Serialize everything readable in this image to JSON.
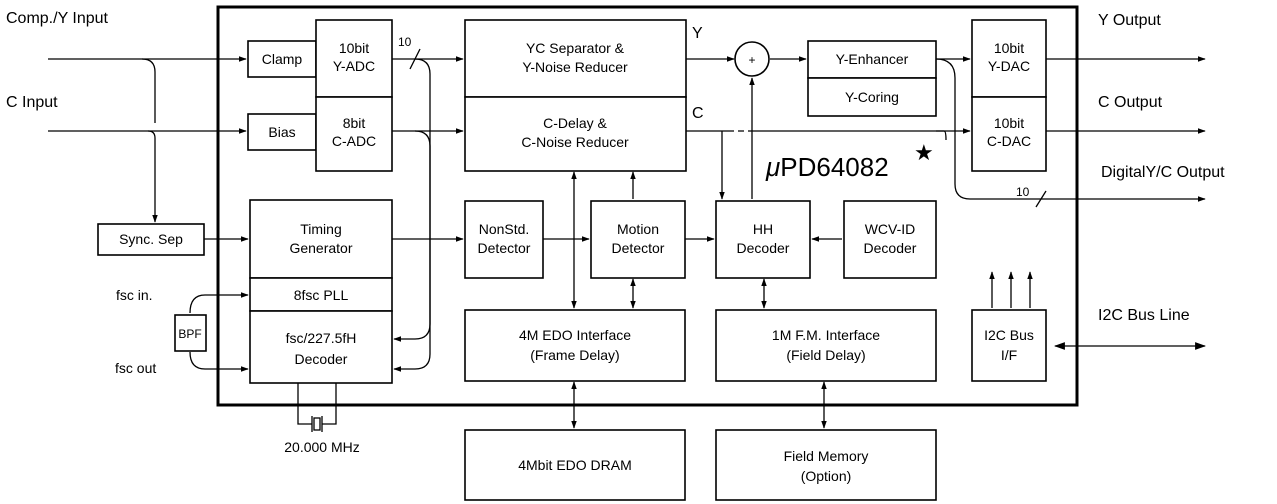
{
  "chip_title": "PD64082",
  "chip_title_prefix": "μ",
  "star": "★",
  "inputs": {
    "comp_y": "Comp./Y Input",
    "c": "C Input",
    "fsc_in": "fsc in.",
    "fsc_out": "fsc out",
    "crystal": "20.000 MHz"
  },
  "outputs": {
    "y": "Y Output",
    "c": "C Output",
    "digital_yc": "DigitalY/C Output",
    "i2c_line": "I2C Bus Line"
  },
  "blocks": {
    "clamp": "Clamp",
    "bias": "Bias",
    "y_adc": [
      "10bit",
      "Y-ADC"
    ],
    "c_adc": [
      "8bit",
      "C-ADC"
    ],
    "yc_separator": [
      "YC Separator &",
      "Y-Noise Reducer"
    ],
    "c_delay": [
      "C-Delay &",
      "C-Noise Reducer"
    ],
    "y_enhancer": "Y-Enhancer",
    "y_coring": "Y-Coring",
    "y_dac": [
      "10bit",
      "Y-DAC"
    ],
    "c_dac": [
      "10bit",
      "C-DAC"
    ],
    "sync_sep": "Sync. Sep",
    "timing_gen": [
      "Timing",
      "Generator"
    ],
    "pll": "8fsc PLL",
    "fsc_decoder": [
      "fsc/227.5fH",
      "Decoder"
    ],
    "bpf": "BPF",
    "nonstd": [
      "NonStd.",
      "Detector"
    ],
    "motion": [
      "Motion",
      "Detector"
    ],
    "hh_decoder": [
      "HH",
      "Decoder"
    ],
    "wcv_id": [
      "WCV-ID",
      "Decoder"
    ],
    "edo_if": [
      "4M EDO Interface",
      "(Frame Delay)"
    ],
    "fm_if": [
      "1M F.M. Interface",
      "(Field Delay)"
    ],
    "i2c_if": [
      "I2C Bus",
      "I/F"
    ],
    "dram": "4Mbit EDO DRAM",
    "field_mem": [
      "Field Memory",
      "(Option)"
    ]
  },
  "signals": {
    "y": "Y",
    "c": "C",
    "plus": "+",
    "bus_width_adc": "10",
    "bus_width_out": "10"
  }
}
